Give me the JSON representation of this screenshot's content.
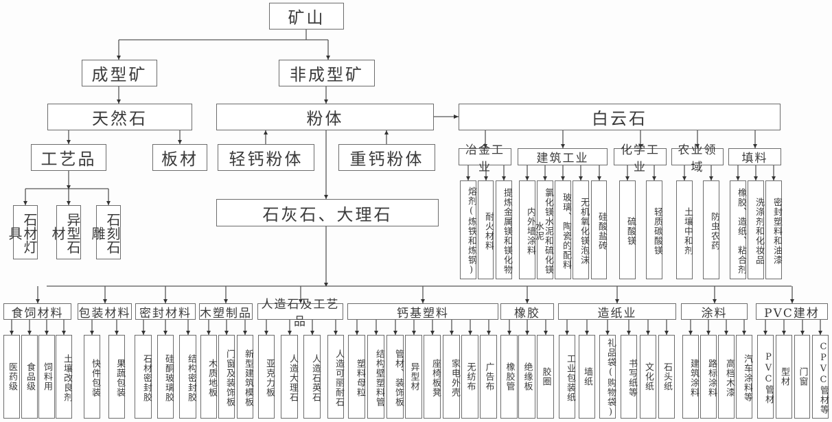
{
  "title": "矿山",
  "level1": {
    "formed": "成型矿",
    "unformed": "非成型矿"
  },
  "formed_branch": {
    "natural_stone": "天然石",
    "crafts": "工艺品",
    "slab": "板材",
    "craft_items": [
      "石材灯具",
      "异型石材",
      "石刻石雕"
    ]
  },
  "powder_branch": {
    "powder": "粉体",
    "light_calcium": "轻钙粉体",
    "heavy_calcium": "重钙粉体",
    "limestone": "石灰石、大理石"
  },
  "dolomite": {
    "label": "白云石",
    "groups": [
      {
        "label": "冶金工业",
        "items": [
          "熔剂(炼铁和炼钢)",
          "耐火材料",
          "提炼金属镁和镁化物"
        ]
      },
      {
        "label": "建筑工业",
        "items": [
          "内外墙涂料",
          "氯化镁水泥和硫化镁水泥",
          "玻璃、陶瓷的配料",
          "无机氧化镁泡沫",
          "硅酸盐砖"
        ]
      },
      {
        "label": "化学工业",
        "items": [
          "硫酸镁",
          "轻质碳酸镁"
        ]
      },
      {
        "label": "农业领域",
        "items": [
          "土壤中和剂",
          "防虫农药"
        ]
      },
      {
        "label": "填料",
        "items": [
          "橡胶、造纸、粘合剂",
          "洗涤剂和化妆品",
          "密封塑料和油漆"
        ]
      }
    ]
  },
  "limestone_uses": [
    {
      "label": "食饲材料",
      "items": [
        "医药级",
        "食品级",
        "饲料用",
        "土壤改良剂"
      ]
    },
    {
      "label": "包装材料",
      "items": [
        "快件包装",
        "果蔬包装"
      ]
    },
    {
      "label": "密封材料",
      "items": [
        "石材密封胶",
        "硅酮玻璃胶",
        "结构密封胶"
      ]
    },
    {
      "label": "木塑制品",
      "items": [
        "木质地板",
        "门窗及装饰板",
        "新型建筑模板"
      ]
    },
    {
      "label": "人造石及工艺品",
      "items": [
        "亚克力板",
        "人造大理石",
        "人造石英石",
        "人造可丽耐石"
      ]
    },
    {
      "label": "钙基塑料",
      "items": [
        "塑料母粒",
        "结构壁塑料管",
        "管材、装饰板",
        "异型材",
        "座椅板凳",
        "家电外壳",
        "无纺布",
        "广告布"
      ]
    },
    {
      "label": "橡胶",
      "items": [
        "橡胶管",
        "绝缘板",
        "胶圈"
      ]
    },
    {
      "label": "造纸业",
      "items": [
        "工业包装纸",
        "墙纸",
        "礼品袋(购物袋)",
        "书写纸等",
        "文化纸",
        "石头纸"
      ]
    },
    {
      "label": "涂料",
      "items": [
        "建筑涂料",
        "路标涂料",
        "高档木漆",
        "汽车涂料等"
      ]
    },
    {
      "label": "PVC建材",
      "items": [
        "PVC管材",
        "型材",
        "门窗",
        "CPVC管材等"
      ]
    }
  ]
}
